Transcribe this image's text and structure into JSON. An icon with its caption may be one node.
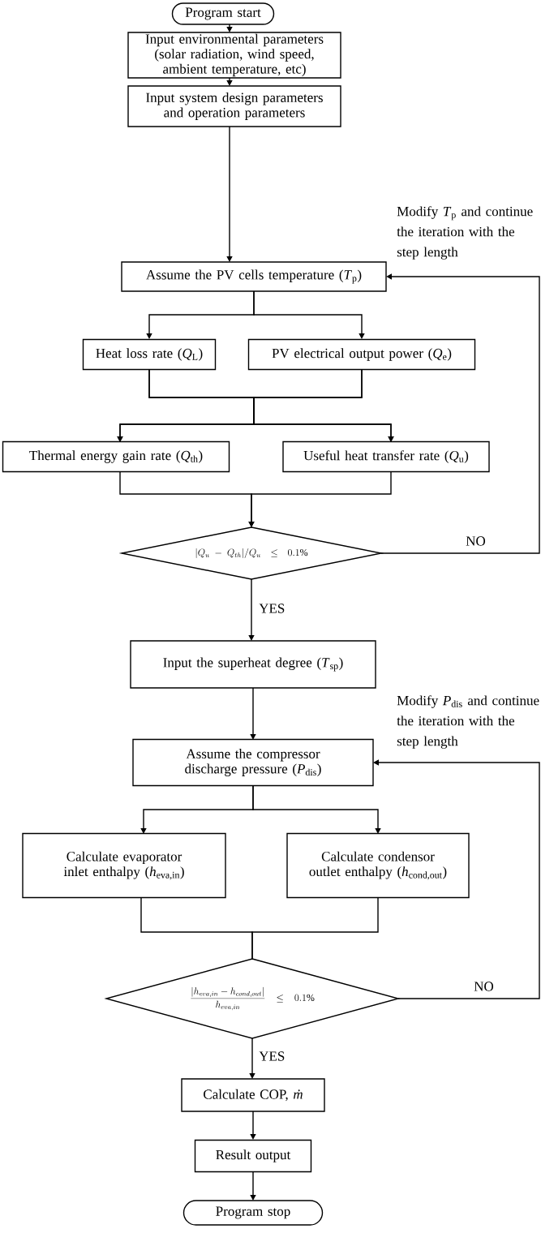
{
  "diagram": {
    "nodes": [
      {
        "text": [
          "Program start"
        ]
      },
      {
        "text": [
          "Input environmental parameters (solar radiation, wind speed, ambient temperature, etc)"
        ]
      },
      {
        "text": [
          "Input system design parameters and operation parameters"
        ]
      },
      {
        "text": [
          "Assume the PV cells temperature (*T*$_{p}$)"
        ]
      },
      {
        "text": [
          "Heat loss rate (*Q*$_{L}$)"
        ]
      },
      {
        "text": [
          "PV electrical output power (*Q*$_{e}$)"
        ]
      },
      {
        "text": [
          "Thermal energy gain rate (*Q*$_{th}$)"
        ]
      },
      {
        "text": [
          "Useful heat transfer rate (*Q*$_{u}$)"
        ]
      },
      {
        "text": [
          "|Q_u - Q_{th}|/Q_u \\le 0.1\\%"
        ]
      },
      {
        "text": [
          "Input the superheat degree (*T*$_{sp}$)"
        ]
      },
      {
        "text": [
          "Assume the compressor discharge pressure (*P*$_{dis}$)"
        ]
      },
      {
        "text": [
          "Calculate evaporator inlet enthalpy (*h*$_{eva,in}$)"
        ]
      },
      {
        "text": [
          "Calculate condensor outlet enthalpy (*h*$_{cond,out}$)"
        ]
      },
      {
        "text": [
          "\\frac{|h_{eva,in} - h_{cond,out}|}{h_{eva,in}} \\le 0.1\\%"
        ]
      },
      {
        "text": [
          "Calculate COP, *ṁ*"
        ]
      },
      {
        "text": [
          "Result output"
        ]
      },
      {
        "text": [
          "Program stop"
        ]
      }
    ],
    "edges": [
      {
        "from": 0,
        "to": 1,
        "arrow": "to"
      },
      {
        "from": 1,
        "to": 2,
        "arrow": "to"
      },
      {
        "from": 2,
        "to": 3,
        "arrow": "to"
      },
      {
        "from": 3,
        "to": 4,
        "arrow": "to"
      },
      {
        "from": 3,
        "to": 5,
        "arrow": "to"
      },
      {
        "from": 4,
        "to": 6,
        "arrow": "to"
      },
      {
        "from": 4,
        "to": 7,
        "arrow": "to"
      },
      {
        "from": 5,
        "to": 6,
        "arrow": "to"
      },
      {
        "from": 5,
        "to": 7,
        "arrow": "to"
      },
      {
        "from": 6,
        "to": 8,
        "arrow": "to"
      },
      {
        "from": 7,
        "to": 8,
        "arrow": "to"
      },
      {
        "from": 8,
        "to": 9,
        "arrow": "to",
        "label": "YES"
      },
      {
        "from": 8,
        "to": 3,
        "arrow": "to",
        "label": "NO"
      },
      {
        "from": 9,
        "to": 10,
        "arrow": "to"
      },
      {
        "from": 10,
        "to": 11,
        "arrow": "to"
      },
      {
        "from": 10,
        "to": 12,
        "arrow": "to"
      },
      {
        "from": 11,
        "to": 13,
        "arrow": "none"
      },
      {
        "from": 12,
        "to": 13,
        "arrow": "none"
      },
      {
        "from": 13,
        "to": 14,
        "arrow": "to",
        "label": "YES"
      },
      {
        "from": 13,
        "to": 10,
        "arrow": "to",
        "label": "NO"
      },
      {
        "from": 14,
        "to": 15,
        "arrow": "to"
      },
      {
        "from": 15,
        "to": 16,
        "arrow": "to"
      }
    ],
    "labels": [
      "Modify *T*$_{p}$ and continue the iteration with the step length",
      "Modify *P*$_{dis}$ and continue the iteration with the step length"
    ]
  }
}
